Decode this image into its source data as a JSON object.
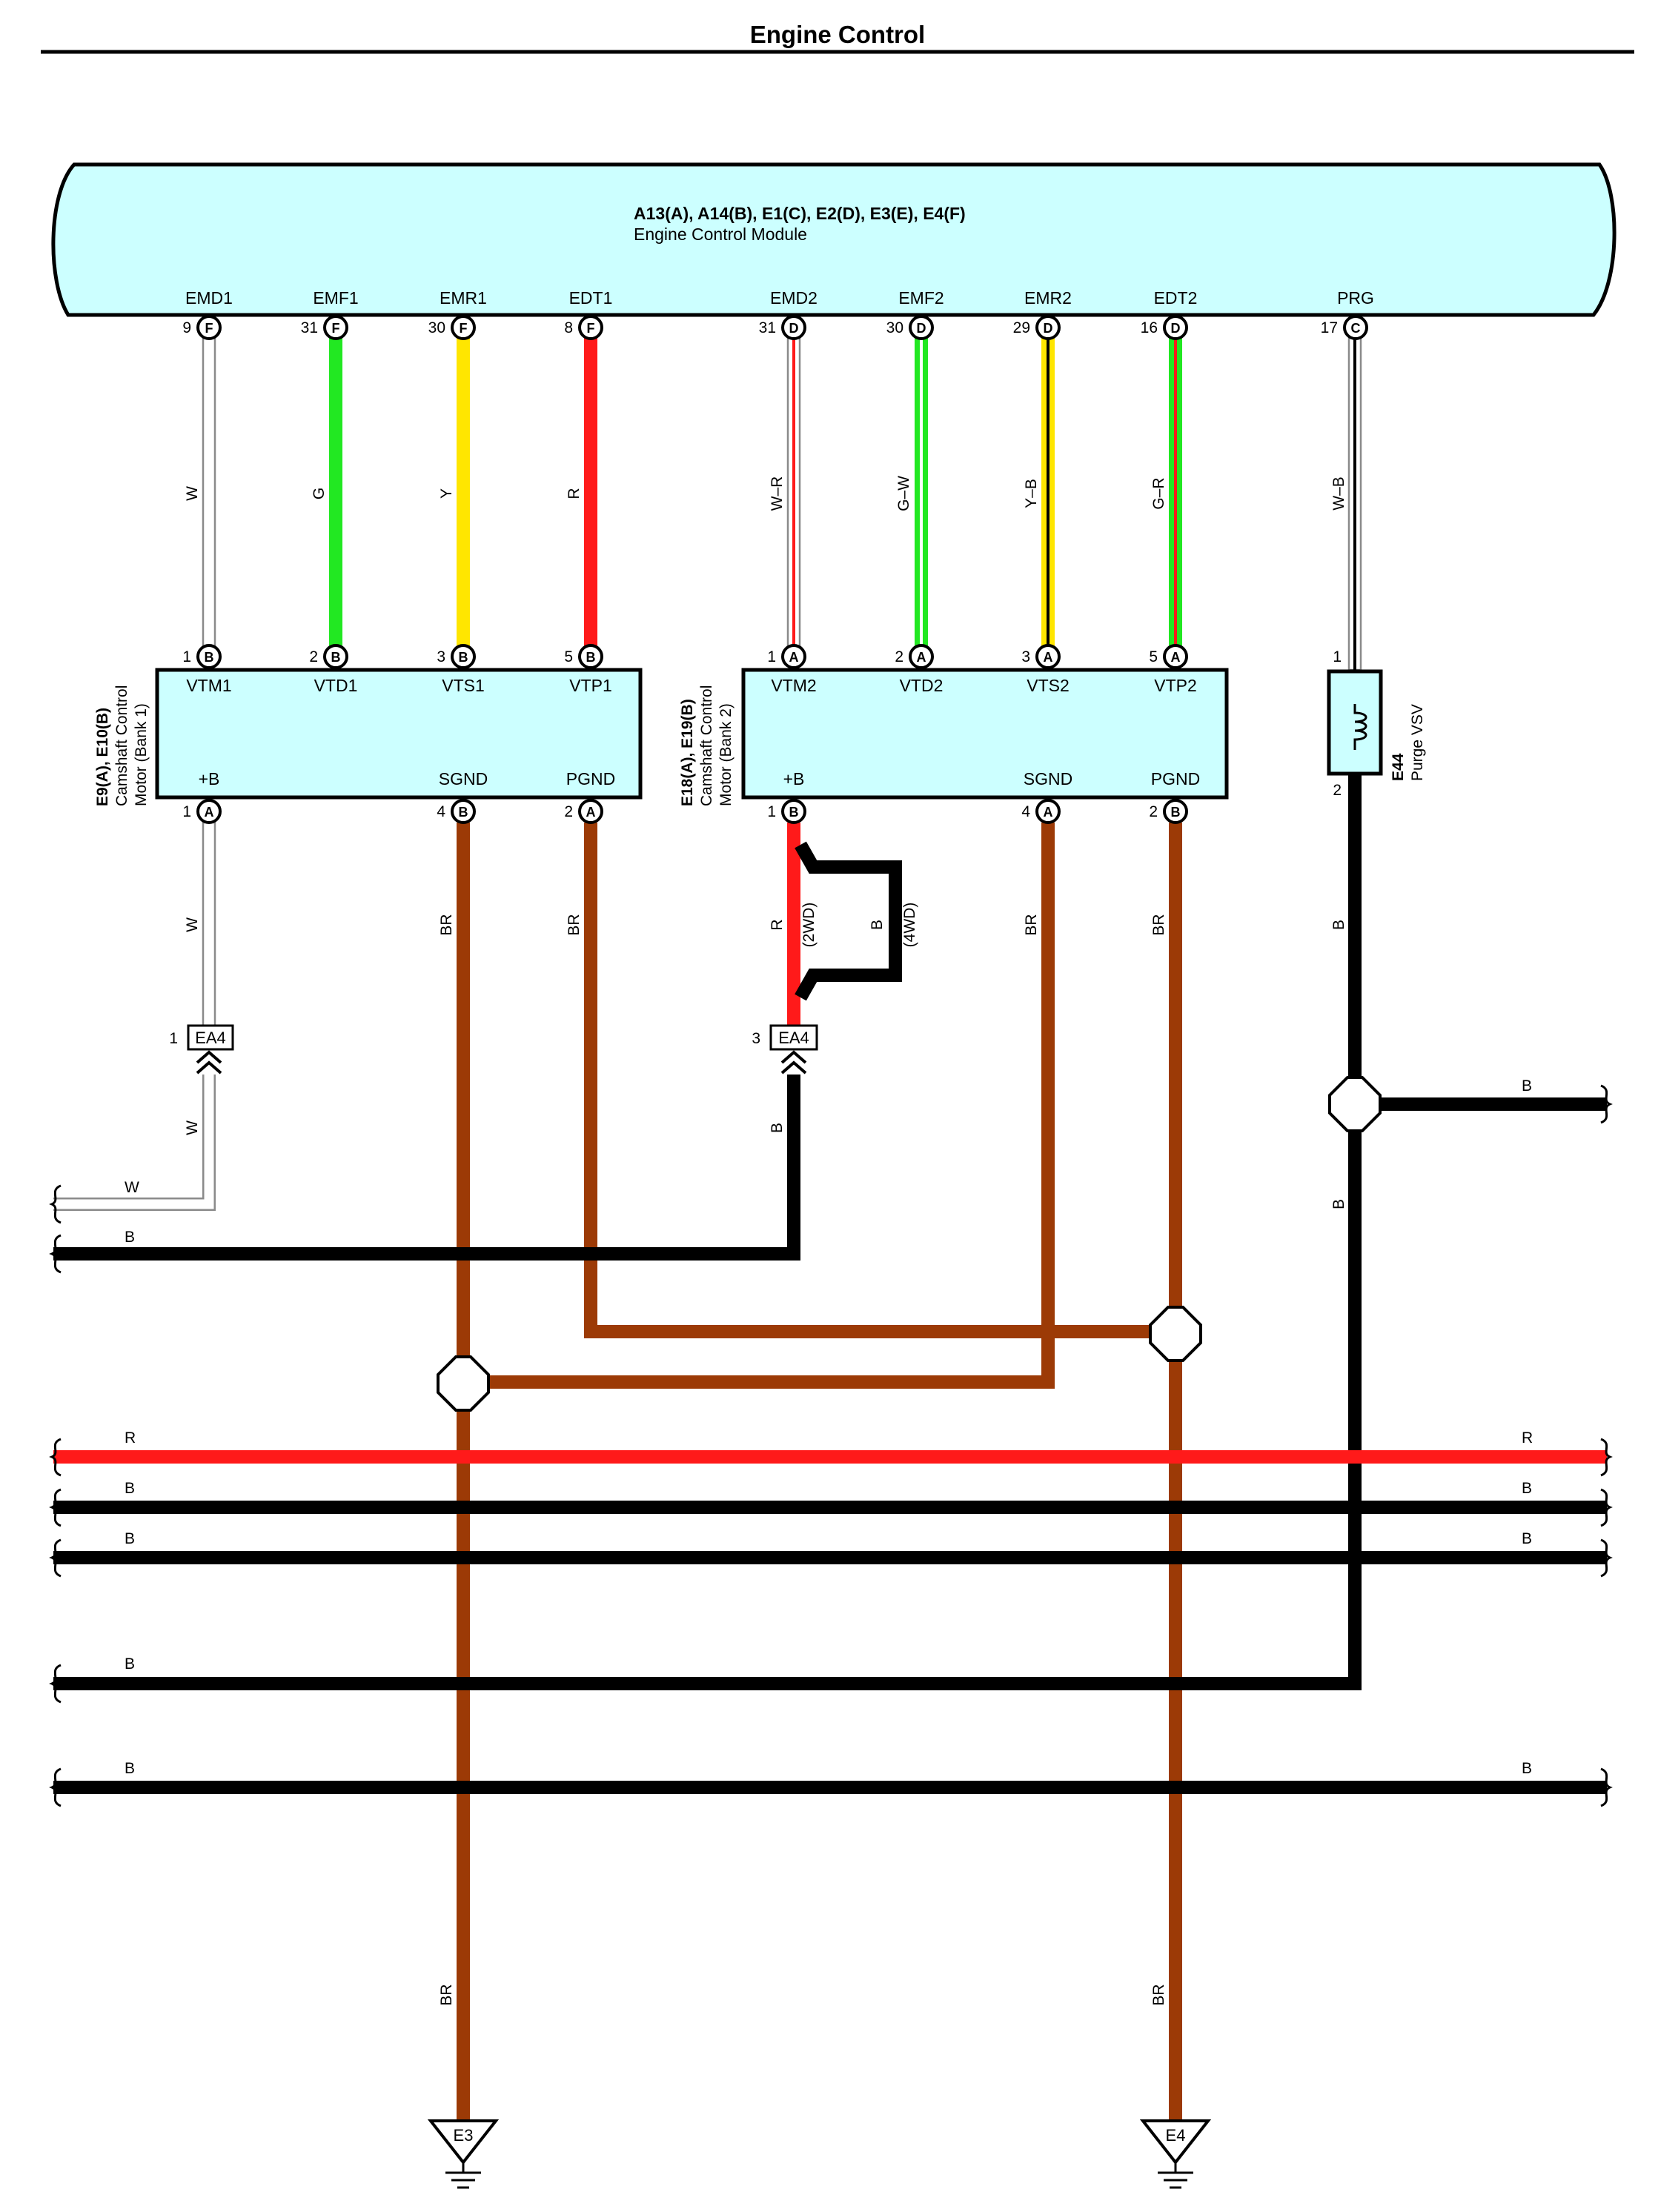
{
  "title": "Engine Control",
  "colors": {
    "W": "#ffffff",
    "G": "#22e822",
    "Y": "#ffe600",
    "R": "#ff1a1a",
    "B": "#000000",
    "BR": "#9c3a06",
    "module_fill": "#ccffff"
  },
  "ecm": {
    "connectors": "A13(A), A14(B), E1(C), E2(D), E3(E), E4(F)",
    "name": "Engine Control Module",
    "pins": [
      {
        "name": "EMD1",
        "num": "9",
        "conn": "F"
      },
      {
        "name": "EMF1",
        "num": "31",
        "conn": "F"
      },
      {
        "name": "EMR1",
        "num": "30",
        "conn": "F"
      },
      {
        "name": "EDT1",
        "num": "8",
        "conn": "F"
      },
      {
        "name": "EMD2",
        "num": "31",
        "conn": "D"
      },
      {
        "name": "EMF2",
        "num": "30",
        "conn": "D"
      },
      {
        "name": "EMR2",
        "num": "29",
        "conn": "D"
      },
      {
        "name": "EDT2",
        "num": "16",
        "conn": "D"
      },
      {
        "name": "PRG",
        "num": "17",
        "conn": "C"
      }
    ]
  },
  "upper_wires": [
    {
      "label": "W"
    },
    {
      "label": "G"
    },
    {
      "label": "Y"
    },
    {
      "label": "R"
    },
    {
      "label": "W–R"
    },
    {
      "label": "G–W"
    },
    {
      "label": "Y–B"
    },
    {
      "label": "G–R"
    },
    {
      "label": "W–B"
    }
  ],
  "motor1": {
    "id": "E9(A), E10(B)",
    "desc1": "Camshaft Control",
    "desc2": "Motor (Bank 1)",
    "top_pins": [
      {
        "name": "VTM1",
        "num": "1",
        "conn": "B"
      },
      {
        "name": "VTD1",
        "num": "2",
        "conn": "B"
      },
      {
        "name": "VTS1",
        "num": "3",
        "conn": "B"
      },
      {
        "name": "VTP1",
        "num": "5",
        "conn": "B"
      }
    ],
    "bottom_pins": [
      {
        "name": "+B",
        "num": "1",
        "conn": "A"
      },
      {
        "name": "SGND",
        "num": "4",
        "conn": "B"
      },
      {
        "name": "PGND",
        "num": "2",
        "conn": "A"
      }
    ]
  },
  "motor2": {
    "id": "E18(A), E19(B)",
    "desc1": "Camshaft Control",
    "desc2": "Motor (Bank 2)",
    "top_pins": [
      {
        "name": "VTM2",
        "num": "1",
        "conn": "A"
      },
      {
        "name": "VTD2",
        "num": "2",
        "conn": "A"
      },
      {
        "name": "VTS2",
        "num": "3",
        "conn": "A"
      },
      {
        "name": "VTP2",
        "num": "5",
        "conn": "A"
      }
    ],
    "bottom_pins": [
      {
        "name": "+B",
        "num": "1",
        "conn": "B"
      },
      {
        "name": "SGND",
        "num": "4",
        "conn": "A"
      },
      {
        "name": "PGND",
        "num": "2",
        "conn": "B"
      }
    ]
  },
  "vsv": {
    "id": "E44",
    "name": "Purge VSV",
    "pin_top": "1",
    "pin_bottom": "2"
  },
  "ea4_left": {
    "label": "EA4",
    "pin": "1"
  },
  "ea4_right": {
    "label": "EA4",
    "pin": "3"
  },
  "variant_2wd": "(2WD)",
  "variant_4wd": "(4WD)",
  "wire_labels": {
    "w": "W",
    "b": "B",
    "r": "R",
    "br": "BR"
  },
  "grounds": {
    "left": "E3",
    "right": "E4"
  }
}
